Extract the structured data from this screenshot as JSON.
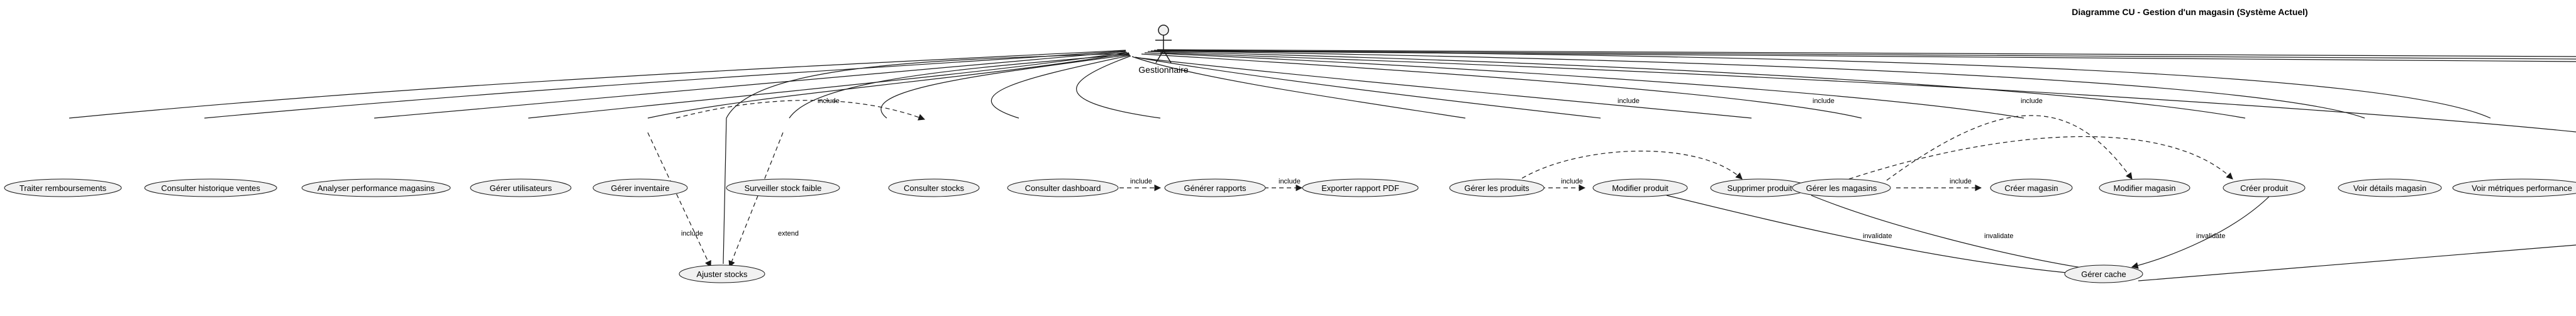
{
  "diagram": {
    "title": "Diagramme CU - Gestion d'un magasin (Système Actuel)",
    "actor": {
      "name": "Gestionnaire"
    },
    "use_cases": [
      {
        "id": "traiter-remboursements",
        "label": "Traiter remboursements"
      },
      {
        "id": "consulter-historique-ventes",
        "label": "Consulter historique ventes"
      },
      {
        "id": "analyser-performance-magasins",
        "label": "Analyser performance magasins"
      },
      {
        "id": "gerer-utilisateurs",
        "label": "Gérer utilisateurs"
      },
      {
        "id": "gerer-inventaire",
        "label": "Gérer inventaire"
      },
      {
        "id": "surveiller-stock-faible",
        "label": "Surveiller stock faible"
      },
      {
        "id": "consulter-stocks",
        "label": "Consulter stocks"
      },
      {
        "id": "consulter-dashboard",
        "label": "Consulter dashboard"
      },
      {
        "id": "generer-rapports",
        "label": "Générer rapports"
      },
      {
        "id": "exporter-rapport-pdf",
        "label": "Exporter rapport PDF"
      },
      {
        "id": "gerer-produits",
        "label": "Gérer les produits"
      },
      {
        "id": "modifier-produit",
        "label": "Modifier produit"
      },
      {
        "id": "supprimer-produit",
        "label": "Supprimer produit"
      },
      {
        "id": "gerer-magasins",
        "label": "Gérer les magasins"
      },
      {
        "id": "creer-magasin",
        "label": "Créer magasin"
      },
      {
        "id": "modifier-magasin",
        "label": "Modifier magasin"
      },
      {
        "id": "creer-produit",
        "label": "Créer produit"
      },
      {
        "id": "voir-details-magasin",
        "label": "Voir détails magasin"
      },
      {
        "id": "voir-metriques-performance",
        "label": "Voir métriques performance"
      },
      {
        "id": "ajuster-stocks",
        "label": "Ajuster stocks"
      },
      {
        "id": "gerer-cache",
        "label": "Gérer cache"
      }
    ],
    "relation_labels": {
      "include": "include",
      "include_guillemet": "include",
      "extend": "extend",
      "invalidate": "invalidate"
    }
  }
}
